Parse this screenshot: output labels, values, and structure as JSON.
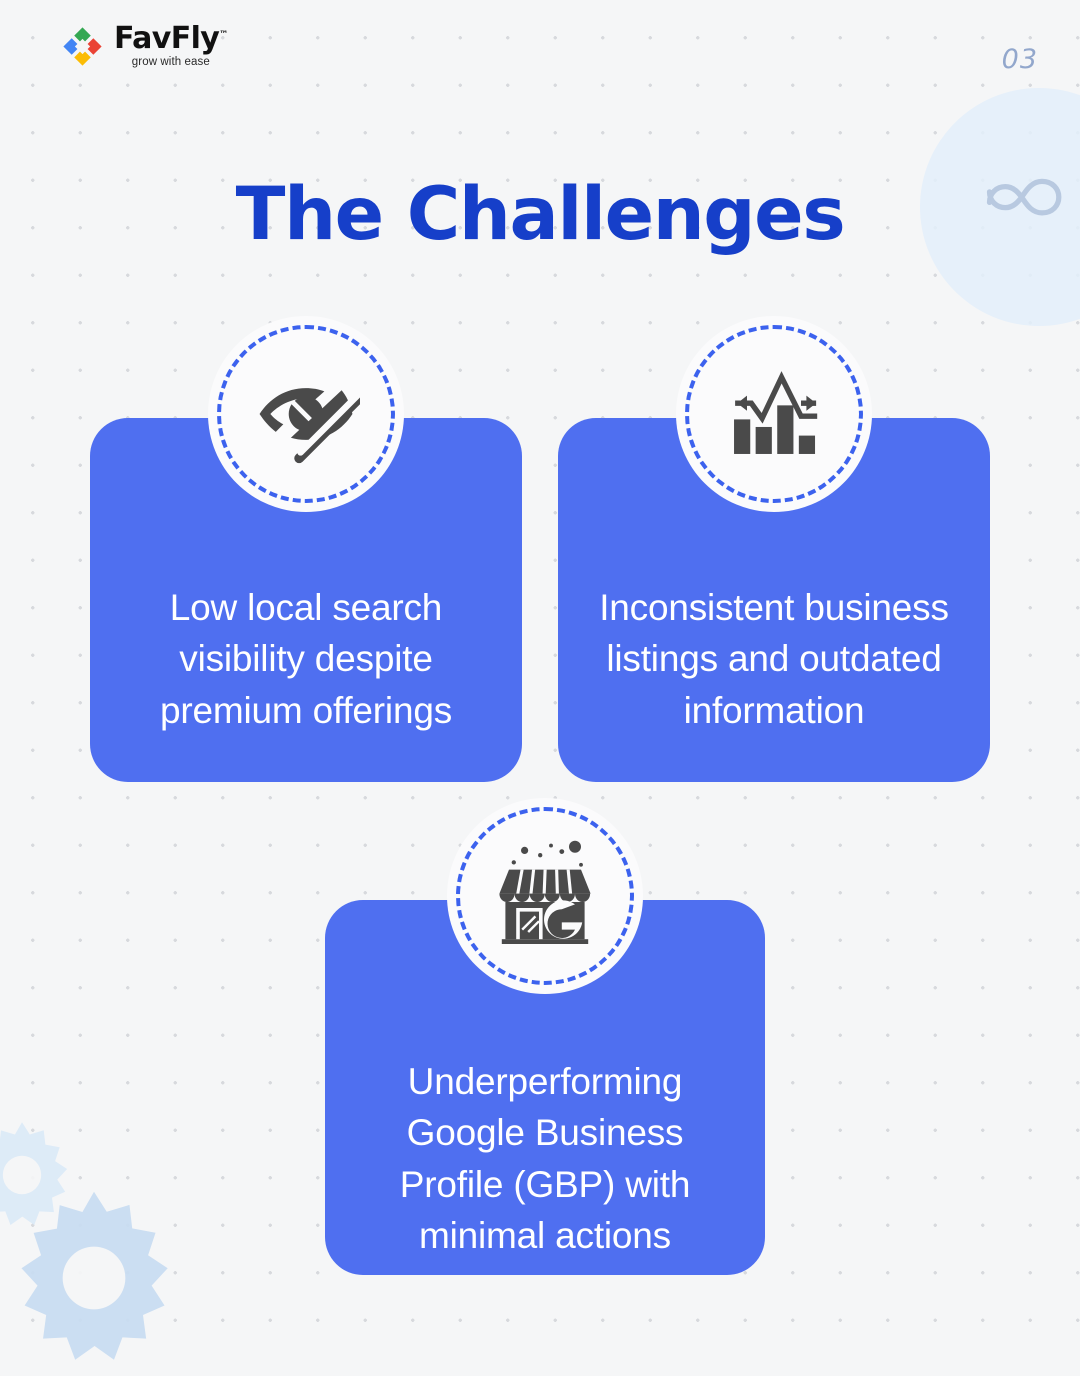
{
  "brand": {
    "name": "FavFly",
    "trademark": "™",
    "tagline": "grow with ease",
    "mark_colors": {
      "top": "#ea4335",
      "left": "#34a853",
      "right": "#fbbc05",
      "bottom": "#4285f4"
    }
  },
  "header": {
    "page_number": "03"
  },
  "title": "The Challenges",
  "colors": {
    "accent_blue": "#4f6ff0",
    "title_blue": "#163fc9",
    "dash_blue": "#3c62ee",
    "background": "#f5f6f7",
    "card_text": "#ffffff",
    "icon_gray": "#4a4a4a",
    "page_number": "#92a7cc",
    "decor_blue": "#c9ddf2"
  },
  "cards": [
    {
      "id": "low-visibility",
      "icon": "eye-off-icon",
      "text": "Low local search visibility despite premium offerings"
    },
    {
      "id": "inconsistent",
      "icon": "bar-chart-decline-icon",
      "text": "Inconsistent business listings and outdated information"
    },
    {
      "id": "gbp",
      "icon": "storefront-google-icon",
      "text": "Underperforming Google Business Profile (GBP) with minimal actions"
    }
  ],
  "decorations": [
    {
      "name": "dot-grid",
      "type": "pattern"
    },
    {
      "name": "circle-top-right",
      "type": "circle"
    },
    {
      "name": "infinity-icon",
      "type": "glyph"
    },
    {
      "name": "gear-icon-large",
      "type": "glyph"
    },
    {
      "name": "gear-icon-small",
      "type": "glyph"
    }
  ]
}
